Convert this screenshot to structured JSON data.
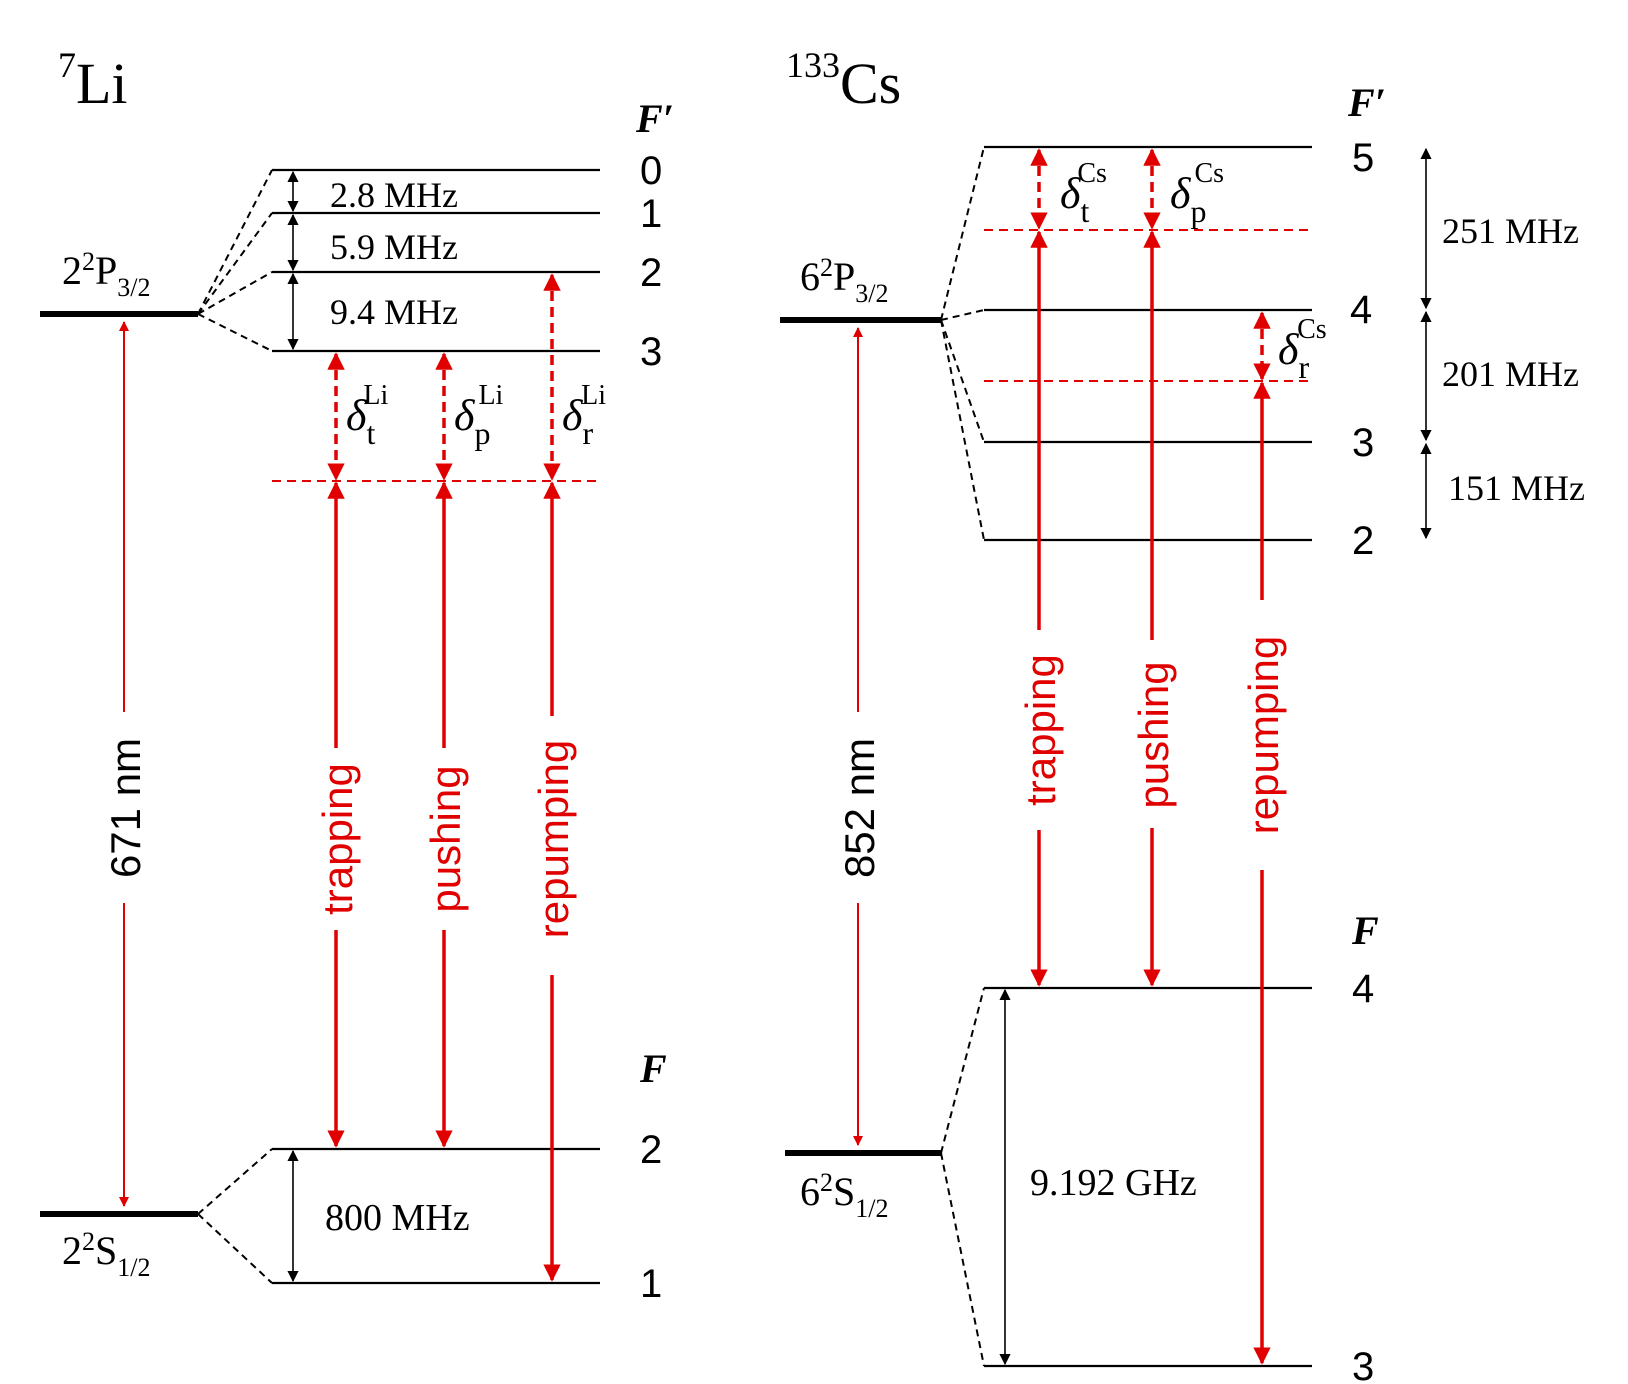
{
  "li": {
    "iso": "7",
    "el": "Li",
    "fprime": "F′",
    "f": "F",
    "P_state": {
      "n": "2",
      "sup": "2",
      "L": "P",
      "sub": "3/2"
    },
    "S_state": {
      "n": "2",
      "sup": "2",
      "L": "S",
      "sub": "1/2"
    },
    "upper_F": [
      "0",
      "1",
      "2",
      "3"
    ],
    "lower_F": [
      "2",
      "1"
    ],
    "splittings": [
      "2.8 MHz",
      "5.9 MHz",
      "9.4 MHz"
    ],
    "ground_split": "800 MHz",
    "wavelength": "671 nm",
    "beams": [
      "trapping",
      "pushing",
      "repumping"
    ],
    "delta_sup": "Li",
    "delta_subs": [
      "t",
      "p",
      "r"
    ]
  },
  "cs": {
    "iso": "133",
    "el": "Cs",
    "fprime": "F′",
    "f": "F",
    "P_state": {
      "n": "6",
      "sup": "2",
      "L": "P",
      "sub": "3/2"
    },
    "S_state": {
      "n": "6",
      "sup": "2",
      "L": "S",
      "sub": "1/2"
    },
    "upper_F": [
      "5",
      "4",
      "3",
      "2"
    ],
    "lower_F": [
      "4",
      "3"
    ],
    "splittings": [
      "251 MHz",
      "201 MHz",
      "151 MHz"
    ],
    "ground_split": "9.192 GHz",
    "wavelength": "852 nm",
    "beams": [
      "trapping",
      "pushing",
      "repumping"
    ],
    "delta_sup": "Cs",
    "delta_subs": [
      "t",
      "p",
      "r"
    ]
  },
  "delta_symbol": "δ",
  "colors": {
    "laser": "#e00000",
    "level": "#000000"
  }
}
